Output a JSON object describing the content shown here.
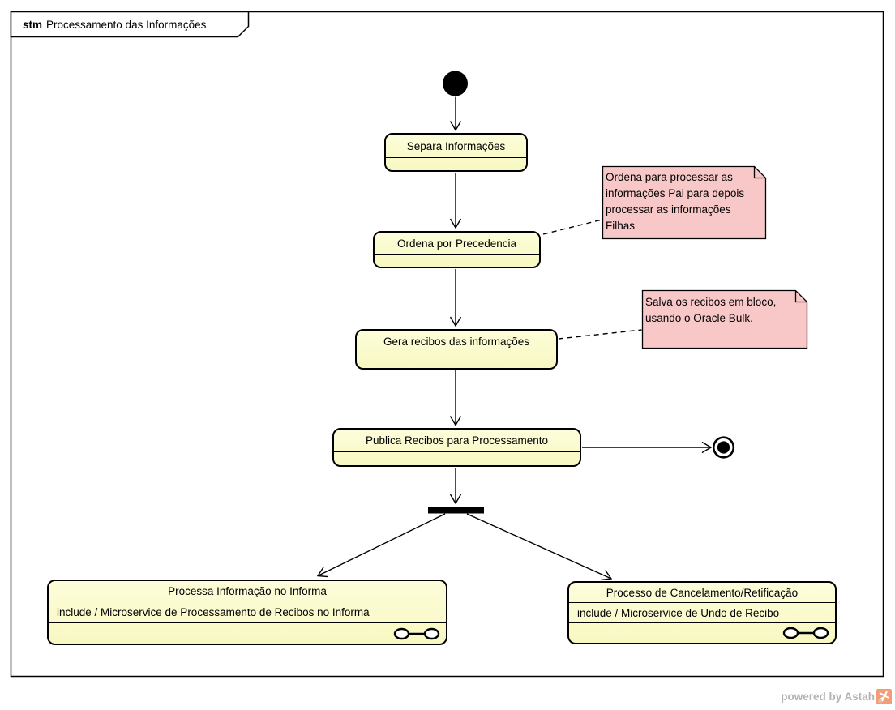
{
  "frame": {
    "keyword": "stm",
    "title": "Processamento das Informações"
  },
  "states": {
    "separa": {
      "label": "Separa Informações"
    },
    "ordena": {
      "label": "Ordena por Precedencia"
    },
    "gera": {
      "label": "Gera recibos das informações"
    },
    "publica": {
      "label": "Publica Recibos para Processamento"
    }
  },
  "composite_states": {
    "processa_informa": {
      "title": "Processa Informação no Informa",
      "activity": "include / Microservice de Processamento de Recibos no Informa"
    },
    "cancelamento": {
      "title": "Processo de Cancelamento/Retificação",
      "activity": "include / Microservice de Undo de Recibo"
    }
  },
  "notes": {
    "ordena_note": {
      "text": "Ordena para processar as informações Pai para depois processar as informações Filhas"
    },
    "bulk_note": {
      "text": "Salva os recibos em bloco, usando o Oracle Bulk."
    }
  },
  "pseudostates": {
    "initial": "initial-state",
    "final": "final-state",
    "fork": "fork-bar"
  },
  "icons": {
    "submachine": "submachine-state-icon",
    "astah_logo": "astah-logo-icon"
  },
  "watermark": {
    "text": "powered by Astah"
  },
  "colors": {
    "state_fill": "#FAFAC8",
    "state_border": "#000000",
    "note_fill": "#F8C8C8",
    "line": "#000000",
    "watermark_text": "#B3B3B3",
    "logo_orange": "#F29D77"
  }
}
